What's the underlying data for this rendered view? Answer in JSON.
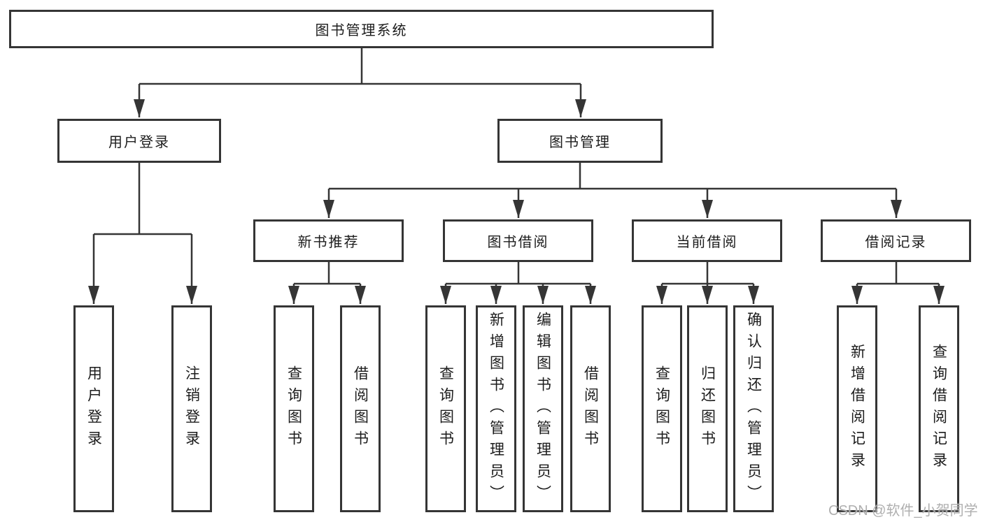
{
  "diagram": {
    "root": {
      "label": "图书管理系统"
    },
    "user": {
      "label": "用户登录",
      "children": [
        "用户登录",
        "注销登录"
      ]
    },
    "management": {
      "label": "图书管理",
      "sections": [
        {
          "label": "新书推荐",
          "children": [
            "查询图书",
            "借阅图书"
          ]
        },
        {
          "label": "图书借阅",
          "children": [
            "查询图书",
            "新增图书（管理员）",
            "编辑图书（管理员）",
            "借阅图书"
          ]
        },
        {
          "label": "当前借阅",
          "children": [
            "查询图书",
            "归还图书",
            "确认归还（管理员）"
          ]
        },
        {
          "label": "借阅记录",
          "children": [
            "新增借阅记录",
            "查询借阅记录"
          ]
        }
      ]
    }
  },
  "watermark": "CSDN @软件_小贺同学",
  "colors": {
    "line": "#353535",
    "box_border": "#353535",
    "text": "#1c1c1c",
    "watermark": "#a8a8a8",
    "background": "#ffffff"
  }
}
